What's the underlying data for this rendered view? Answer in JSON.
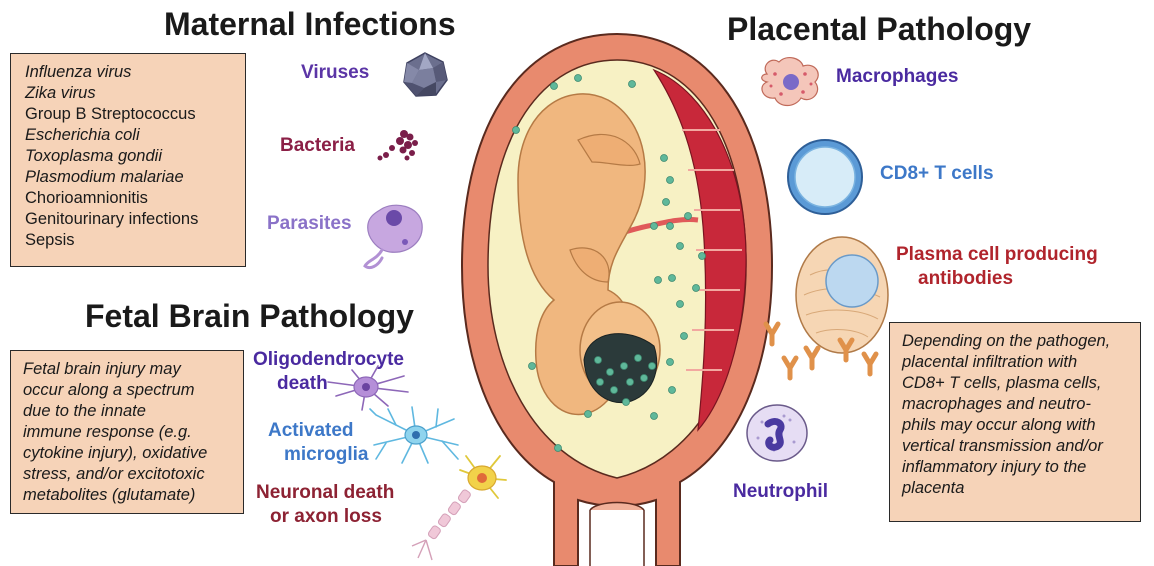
{
  "headings": {
    "maternal": "Maternal Infections",
    "placental": "Placental Pathology",
    "fetal_brain": "Fetal Brain Pathology"
  },
  "maternal_box": [
    {
      "text": "Influenza virus",
      "italic": true
    },
    {
      "text": "Zika virus",
      "italic": true
    },
    {
      "text": "Group B Streptococcus",
      "italic": false
    },
    {
      "text": "Escherichia coli",
      "italic": true
    },
    {
      "text": "Toxoplasma gondii",
      "italic": true
    },
    {
      "text": "Plasmodium malariae",
      "italic": true
    },
    {
      "text": "Chorioamnionitis",
      "italic": false
    },
    {
      "text": "Genitourinary infections",
      "italic": false
    },
    {
      "text": "Sepsis",
      "italic": false
    }
  ],
  "pathogen_labels": {
    "viruses": "Viruses",
    "bacteria": "Bacteria",
    "parasites": "Parasites"
  },
  "fetal_box": [
    "Fetal brain injury may",
    "occur along a spectrum",
    "due to the innate",
    "immune response (e.g.",
    "cytokine injury), oxidative",
    "stress, and/or excitotoxic",
    "metabolites (glutamate)"
  ],
  "brain_labels": {
    "oligo_1": "Oligodendrocyte",
    "oligo_2": "death",
    "micro_1": "Activated",
    "micro_2": "microglia",
    "neuron_1": "Neuronal death",
    "neuron_2": "or axon loss"
  },
  "placental_labels": {
    "macrophages": "Macrophages",
    "cd8": "CD8+ T cells",
    "plasma_1": "Plasma cell producing",
    "plasma_2": "antibodies",
    "neutrophil": "Neutrophil"
  },
  "placental_box": [
    "Depending on the pathogen,",
    "placental infiltration with",
    "CD8+ T cells, plasma cells,",
    "macrophages and neutro-",
    "phils may occur along with",
    "vertical transmission and/or",
    "inflammatory injury to the",
    "placenta"
  ],
  "colors": {
    "box_fill": "#f6d3b8",
    "uterus": "#e88a6e",
    "amniotic": "#f7f1c4",
    "placenta": "#c8283a",
    "fetus": "#f0b77f",
    "virion": "#5fb89a"
  }
}
